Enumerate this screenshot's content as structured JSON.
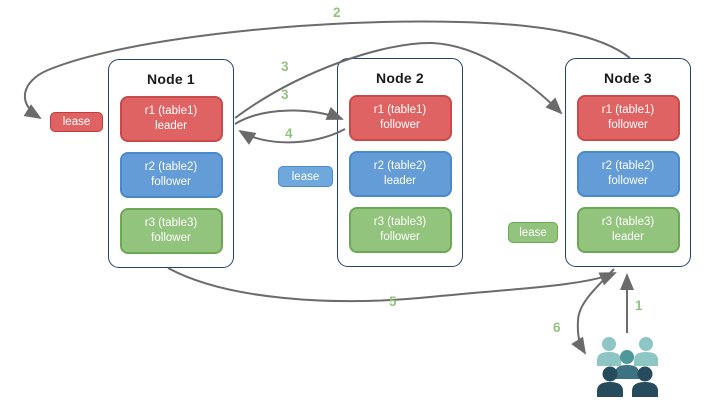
{
  "nodes": [
    {
      "title": "Node 1",
      "replicas": [
        {
          "name": "r1 (table1)",
          "role": "leader",
          "color": "red"
        },
        {
          "name": "r2 (table2)",
          "role": "follower",
          "color": "blue"
        },
        {
          "name": "r3 (table3)",
          "role": "follower",
          "color": "green"
        }
      ]
    },
    {
      "title": "Node 2",
      "replicas": [
        {
          "name": "r1 (table1)",
          "role": "follower",
          "color": "red"
        },
        {
          "name": "r2 (table2)",
          "role": "leader",
          "color": "blue"
        },
        {
          "name": "r3 (table3)",
          "role": "follower",
          "color": "green"
        }
      ]
    },
    {
      "title": "Node 3",
      "replicas": [
        {
          "name": "r1 (table1)",
          "role": "follower",
          "color": "red"
        },
        {
          "name": "r2 (table2)",
          "role": "follower",
          "color": "blue"
        },
        {
          "name": "r3 (table3)",
          "role": "leader",
          "color": "green"
        }
      ]
    }
  ],
  "leases": [
    {
      "label": "lease",
      "color": "red"
    },
    {
      "label": "lease",
      "color": "blue"
    },
    {
      "label": "lease",
      "color": "green"
    }
  ],
  "arrow_labels": {
    "n1": "1",
    "n2": "2",
    "n3a": "3",
    "n3b": "3",
    "n4": "4",
    "n5": "5",
    "n6": "6"
  },
  "icons": {
    "people": "users-group-icon"
  },
  "colors": {
    "replica_red": "#e06363",
    "replica_red_border": "#c94a4a",
    "replica_blue": "#649cd8",
    "replica_blue_border": "#4a89cc",
    "replica_green": "#93c47d",
    "replica_green_border": "#6da854",
    "node_border": "#24426b",
    "arrow": "#6b6b6b",
    "number_label": "#93c47d",
    "people_light": "#8ec6c6",
    "people_medium": "#4d9898",
    "people_slate": "#3d7282",
    "people_dark": "#264b5d"
  }
}
